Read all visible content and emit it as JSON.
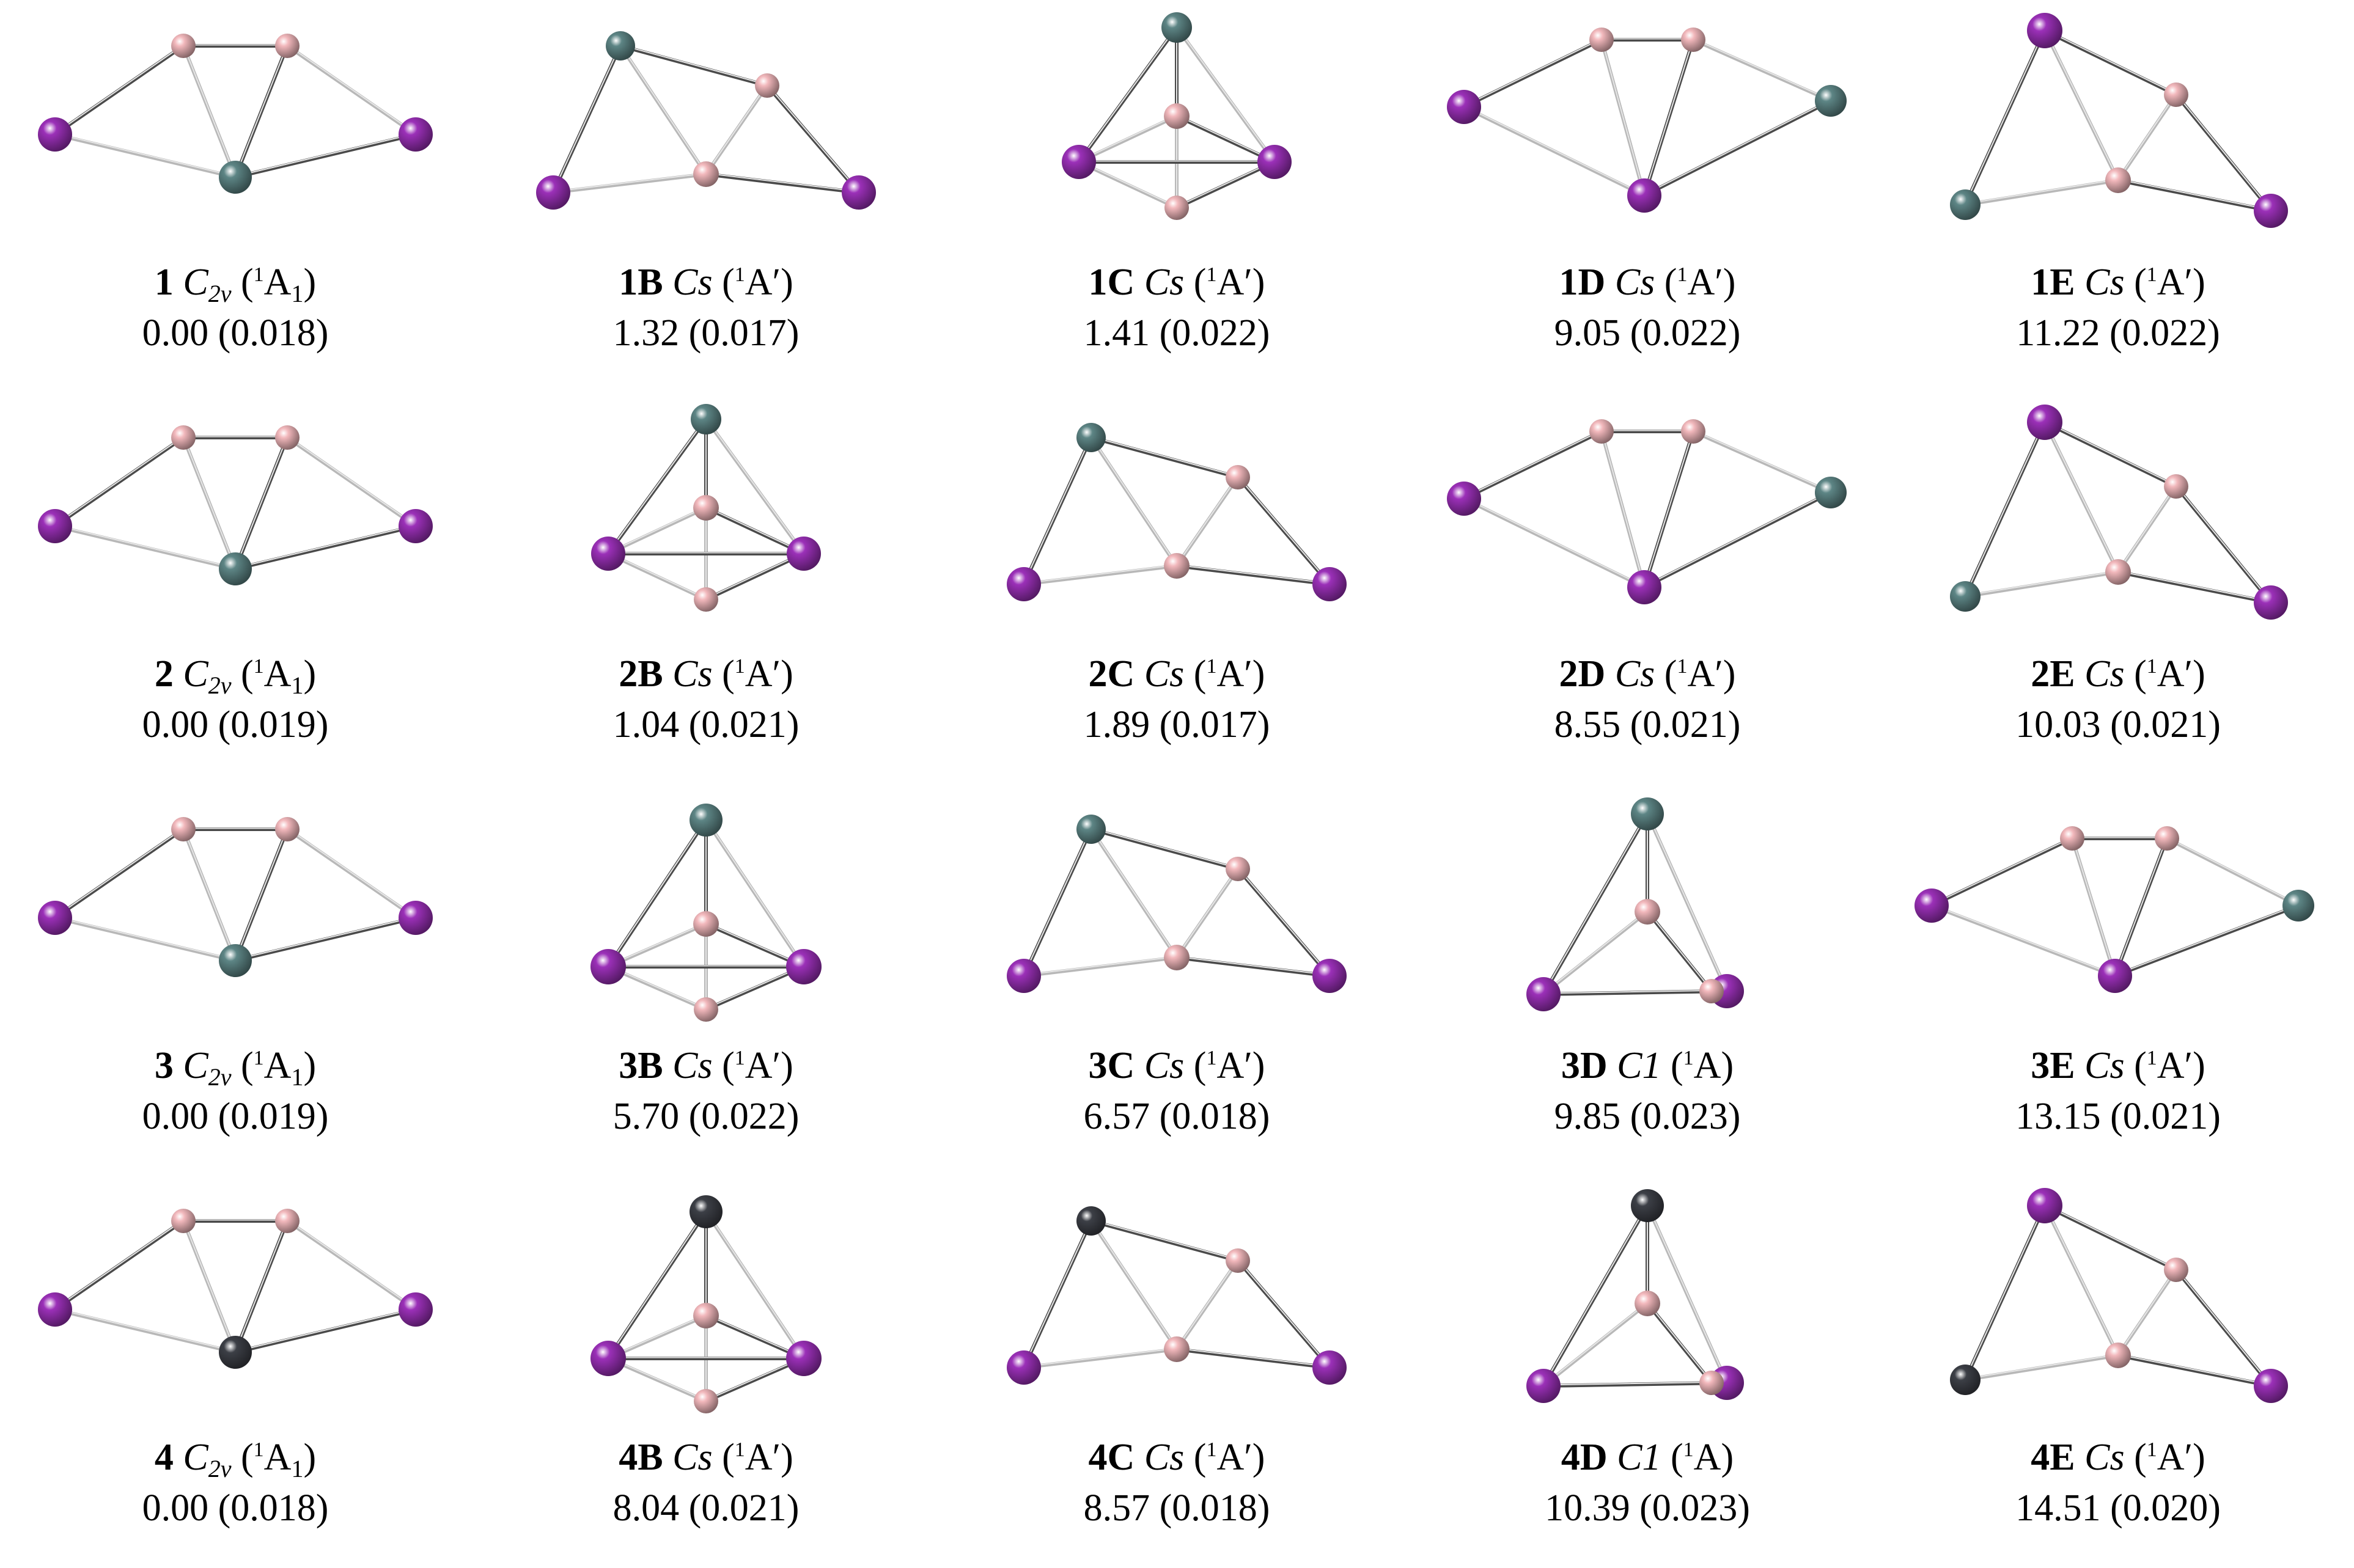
{
  "structures": [
    {
      "id": "1",
      "point_group": "C",
      "pg_sub": "2v",
      "state": "A",
      "state_sub": "1",
      "prime": "",
      "multiplicity": "1",
      "energy": "0.00",
      "value": "(0.018)"
    },
    {
      "id": "1B",
      "point_group": "Cs",
      "pg_sub": "",
      "state": "A",
      "state_sub": "",
      "prime": "′",
      "multiplicity": "1",
      "energy": "1.32",
      "value": "(0.017)"
    },
    {
      "id": "1C",
      "point_group": "Cs",
      "pg_sub": "",
      "state": "A",
      "state_sub": "",
      "prime": "′",
      "multiplicity": "1",
      "energy": "1.41",
      "value": "(0.022)"
    },
    {
      "id": "1D",
      "point_group": "Cs",
      "pg_sub": "",
      "state": "A",
      "state_sub": "",
      "prime": "′",
      "multiplicity": "1",
      "energy": "9.05",
      "value": "(0.022)"
    },
    {
      "id": "1E",
      "point_group": "Cs",
      "pg_sub": "",
      "state": "A",
      "state_sub": "",
      "prime": "′",
      "multiplicity": "1",
      "energy": "11.22",
      "value": "(0.022)"
    },
    {
      "id": "2",
      "point_group": "C",
      "pg_sub": "2v",
      "state": "A",
      "state_sub": "1",
      "prime": "",
      "multiplicity": "1",
      "energy": "0.00",
      "value": "(0.019)"
    },
    {
      "id": "2B",
      "point_group": "Cs",
      "pg_sub": "",
      "state": "A",
      "state_sub": "",
      "prime": "′",
      "multiplicity": "1",
      "energy": "1.04",
      "value": "(0.021)"
    },
    {
      "id": "2C",
      "point_group": "Cs",
      "pg_sub": "",
      "state": "A",
      "state_sub": "",
      "prime": "′",
      "multiplicity": "1",
      "energy": "1.89",
      "value": "(0.017)"
    },
    {
      "id": "2D",
      "point_group": "Cs",
      "pg_sub": "",
      "state": "A",
      "state_sub": "",
      "prime": "′",
      "multiplicity": "1",
      "energy": "8.55",
      "value": "(0.021)"
    },
    {
      "id": "2E",
      "point_group": "Cs",
      "pg_sub": "",
      "state": "A",
      "state_sub": "",
      "prime": "′",
      "multiplicity": "1",
      "energy": "10.03",
      "value": "(0.021)"
    },
    {
      "id": "3",
      "point_group": "C",
      "pg_sub": "2v",
      "state": "A",
      "state_sub": "1",
      "prime": "",
      "multiplicity": "1",
      "energy": "0.00",
      "value": "(0.019)"
    },
    {
      "id": "3B",
      "point_group": "Cs",
      "pg_sub": "",
      "state": "A",
      "state_sub": "",
      "prime": "′",
      "multiplicity": "1",
      "energy": "5.70",
      "value": "(0.022)"
    },
    {
      "id": "3C",
      "point_group": "Cs",
      "pg_sub": "",
      "state": "A",
      "state_sub": "",
      "prime": "′",
      "multiplicity": "1",
      "energy": "6.57",
      "value": "(0.018)"
    },
    {
      "id": "3D",
      "point_group": "C1",
      "pg_sub": "",
      "state": "A",
      "state_sub": "",
      "prime": "",
      "multiplicity": "1",
      "energy": "9.85",
      "value": "(0.023)"
    },
    {
      "id": "3E",
      "point_group": "Cs",
      "pg_sub": "",
      "state": "A",
      "state_sub": "",
      "prime": "′",
      "multiplicity": "1",
      "energy": "13.15",
      "value": "(0.021)"
    },
    {
      "id": "4",
      "point_group": "C",
      "pg_sub": "2v",
      "state": "A",
      "state_sub": "1",
      "prime": "",
      "multiplicity": "1",
      "energy": "0.00",
      "value": "(0.018)"
    },
    {
      "id": "4B",
      "point_group": "Cs",
      "pg_sub": "",
      "state": "A",
      "state_sub": "",
      "prime": "′",
      "multiplicity": "1",
      "energy": "8.04",
      "value": "(0.021)"
    },
    {
      "id": "4C",
      "point_group": "Cs",
      "pg_sub": "",
      "state": "A",
      "state_sub": "",
      "prime": "′",
      "multiplicity": "1",
      "energy": "8.57",
      "value": "(0.018)"
    },
    {
      "id": "4D",
      "point_group": "C1",
      "pg_sub": "",
      "state": "A",
      "state_sub": "",
      "prime": "",
      "multiplicity": "1",
      "energy": "10.39",
      "value": "(0.023)"
    },
    {
      "id": "4E",
      "point_group": "Cs",
      "pg_sub": "",
      "state": "A",
      "state_sub": "",
      "prime": "′",
      "multiplicity": "1",
      "energy": "14.51",
      "value": "(0.020)"
    }
  ],
  "atom_colors": {
    "boron": "#f2b8bc",
    "alkali": "#9b30b8",
    "metal_light": "#5d8585",
    "metal_dark": "#3c3f46"
  }
}
